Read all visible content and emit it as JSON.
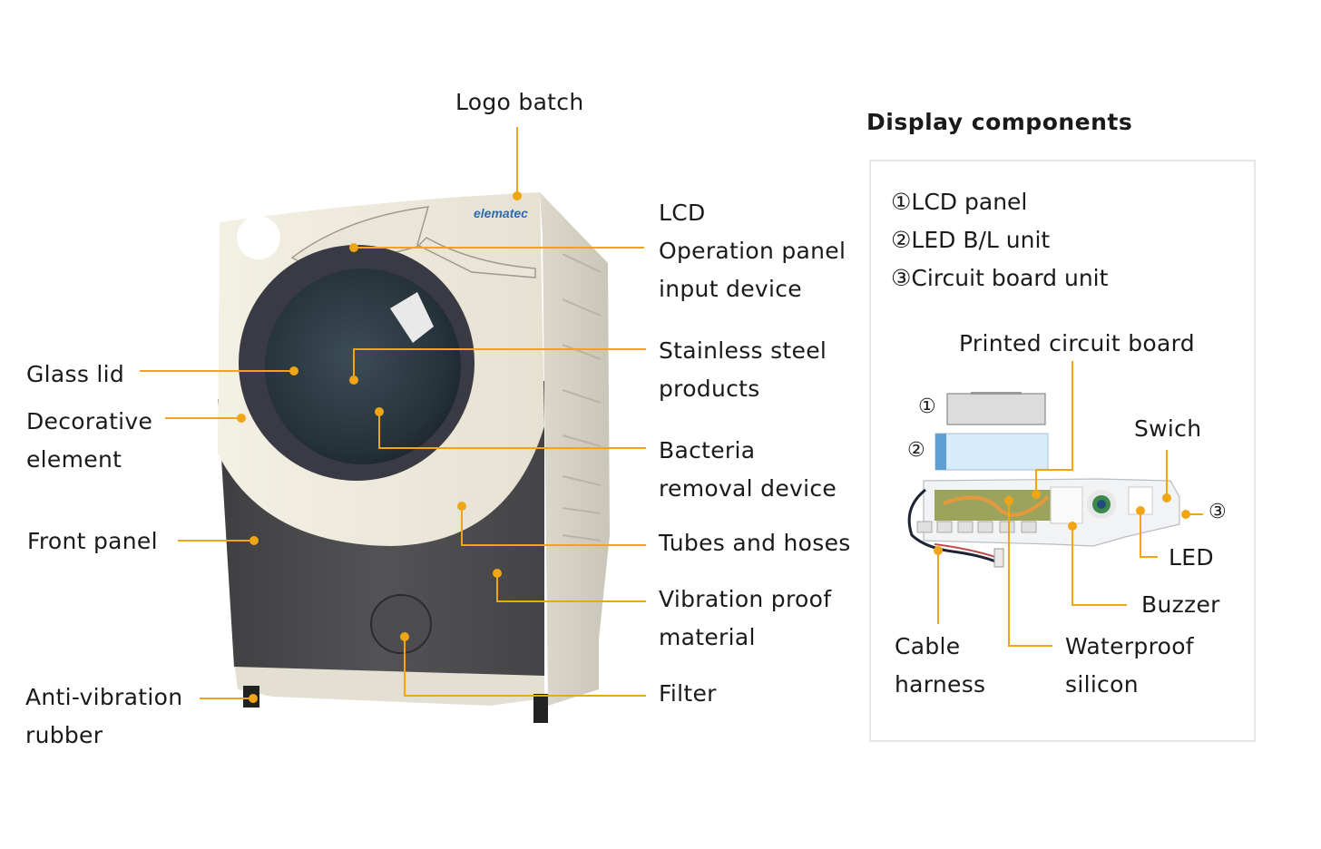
{
  "colors": {
    "accent": "#f0a515",
    "text": "#1a1a1a",
    "panel_border": "#e6e6e6",
    "body_cream": "#ece8da",
    "body_dark": "#4a4a4c",
    "door_ring": "#3a3a44",
    "logo_blue": "#2a6bb5"
  },
  "machine": {
    "brand_logo": "elematec",
    "callouts_left": [
      {
        "id": "glass-lid",
        "lines": [
          "Glass lid"
        ]
      },
      {
        "id": "decorative-element",
        "lines": [
          "Decorative",
          "element"
        ]
      },
      {
        "id": "front-panel",
        "lines": [
          "Front panel"
        ]
      },
      {
        "id": "anti-vibration-rubber",
        "lines": [
          "Anti-vibration",
          "rubber"
        ]
      }
    ],
    "callouts_top": [
      {
        "id": "logo-batch",
        "lines": [
          "Logo batch"
        ]
      }
    ],
    "callouts_right": [
      {
        "id": "lcd-operation-panel",
        "lines": [
          "LCD",
          "Operation panel",
          "input device"
        ]
      },
      {
        "id": "stainless-steel",
        "lines": [
          "Stainless steel",
          "products"
        ]
      },
      {
        "id": "bacteria-removal",
        "lines": [
          "Bacteria",
          "removal device"
        ]
      },
      {
        "id": "tubes-hoses",
        "lines": [
          "Tubes and hoses"
        ]
      },
      {
        "id": "vibration-proof",
        "lines": [
          "Vibration proof",
          "material"
        ]
      },
      {
        "id": "filter",
        "lines": [
          "Filter"
        ]
      }
    ]
  },
  "display": {
    "title": "Display components",
    "legend": [
      {
        "num": "①",
        "label": "LCD panel"
      },
      {
        "num": "②",
        "label": "LED B/L unit"
      },
      {
        "num": "③",
        "label": "Circuit board unit"
      }
    ],
    "markers": [
      "①",
      "②",
      "③"
    ],
    "callouts": [
      {
        "id": "printed-circuit-board",
        "lines": [
          "Printed circuit board"
        ]
      },
      {
        "id": "switch",
        "lines": [
          "Swich"
        ]
      },
      {
        "id": "led",
        "lines": [
          "LED"
        ]
      },
      {
        "id": "buzzer",
        "lines": [
          "Buzzer"
        ]
      },
      {
        "id": "cable-harness",
        "lines": [
          "Cable",
          "harness"
        ]
      },
      {
        "id": "waterproof-silicon",
        "lines": [
          "Waterproof",
          "silicon"
        ]
      }
    ]
  }
}
